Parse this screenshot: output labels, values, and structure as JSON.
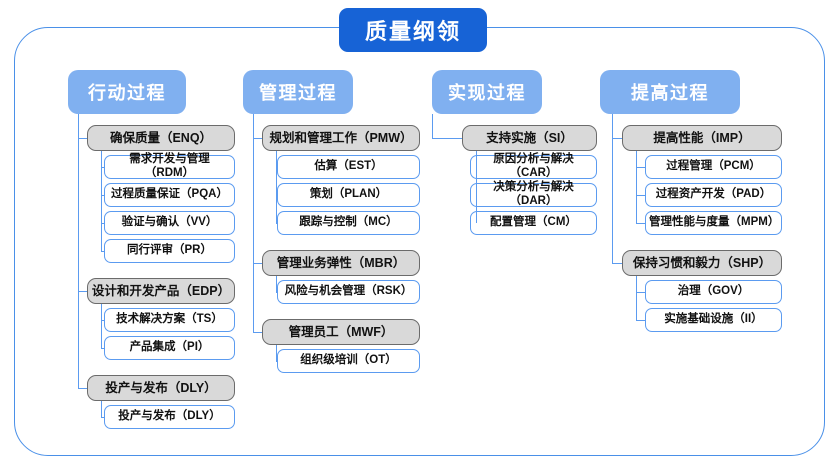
{
  "diagram": {
    "title": "质量纲领",
    "columns": [
      {
        "header": "行动过程",
        "groups": [
          {
            "label": "确保质量（ENQ）",
            "children": [
              "需求开发与管理（RDM）",
              "过程质量保证（PQA）",
              "验证与确认（VV）",
              "同行评审（PR）"
            ]
          },
          {
            "label": "设计和开发产品（EDP）",
            "children": [
              "技术解决方案（TS）",
              "产品集成（PI）"
            ]
          },
          {
            "label": "投产与发布（DLY）",
            "children": [
              "投产与发布（DLY）"
            ]
          }
        ]
      },
      {
        "header": "管理过程",
        "groups": [
          {
            "label": "规划和管理工作（PMW）",
            "children": [
              "估算（EST）",
              "策划（PLAN）",
              "跟踪与控制（MC）"
            ]
          },
          {
            "label": "管理业务弹性（MBR）",
            "children": [
              "风险与机会管理（RSK）"
            ]
          },
          {
            "label": "管理员工（MWF）",
            "children": [
              "组织级培训（OT）"
            ]
          }
        ]
      },
      {
        "header": "实现过程",
        "groups": [
          {
            "label": "支持实施（SI）",
            "children": [
              "原因分析与解决（CAR）",
              "决策分析与解决（DAR）",
              "配置管理（CM）"
            ]
          }
        ]
      },
      {
        "header": "提高过程",
        "groups": [
          {
            "label": "提高性能（IMP）",
            "children": [
              "过程管理（PCM）",
              "过程资产开发（PAD）",
              "管理性能与度量（MPM）"
            ]
          },
          {
            "label": "保持习惯和毅力（SHP）",
            "children": [
              "治理（GOV）",
              "实施基础设施（II）"
            ]
          }
        ]
      }
    ]
  },
  "colors": {
    "root_fill": "#1763d6",
    "header_fill": "#80b0f0",
    "group_fill": "#d9d9d9",
    "group_border": "#6b6b6b",
    "leaf_border": "#5b9bf0",
    "connector": "#5b9bf0",
    "frame_border": "#4a90e8",
    "background": "#ffffff"
  }
}
